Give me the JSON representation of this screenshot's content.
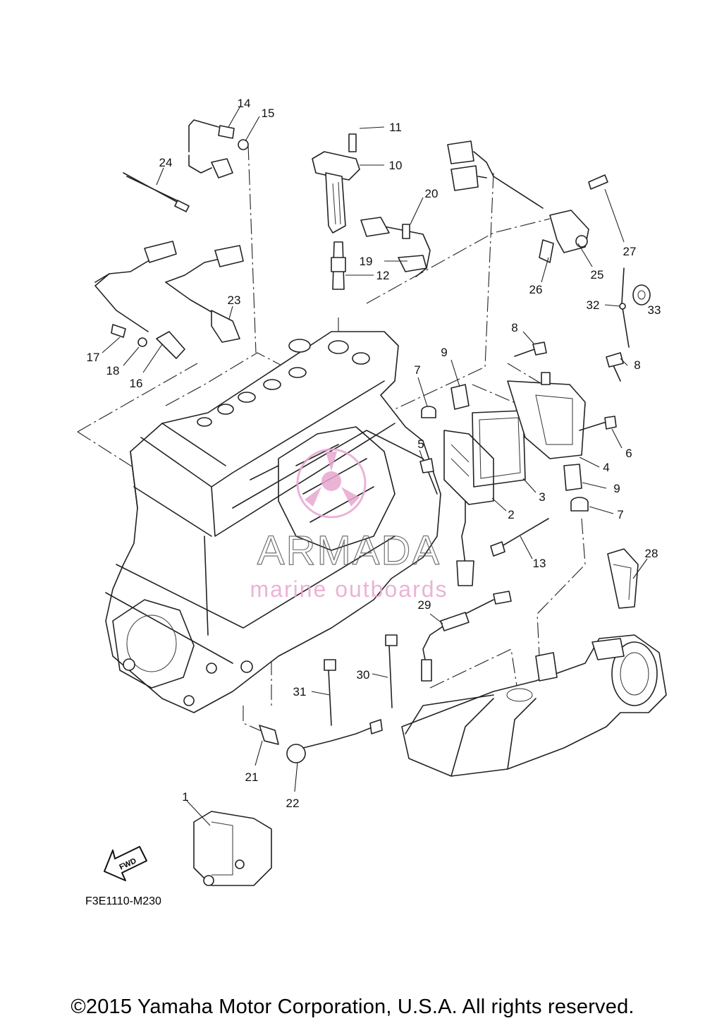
{
  "diagram": {
    "drawing_code": "F3E1110-M230",
    "watermark": {
      "brand": "ARMADA",
      "tagline": "marine outboards",
      "accent_color": "#e8a6cf"
    },
    "fwd_label": "FWD",
    "callouts": [
      "1",
      "2",
      "3",
      "4",
      "5",
      "6",
      "7",
      "7",
      "8",
      "8",
      "9",
      "9",
      "10",
      "11",
      "12",
      "13",
      "14",
      "15",
      "16",
      "17",
      "18",
      "19",
      "20",
      "21",
      "22",
      "23",
      "24",
      "25",
      "26",
      "27",
      "28",
      "29",
      "30",
      "31",
      "32",
      "33"
    ]
  },
  "footer": {
    "copyright": "©2015 Yamaha Motor Corporation, U.S.A. All rights reserved."
  }
}
